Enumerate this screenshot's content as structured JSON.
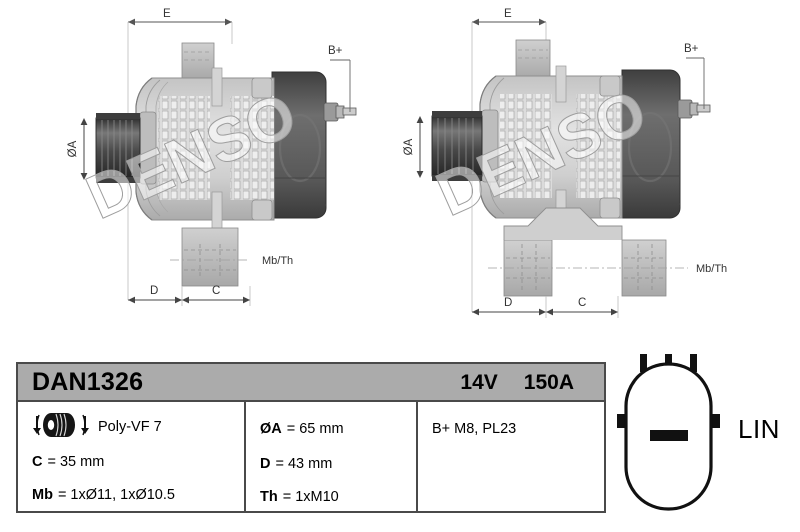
{
  "drawings": [
    {
      "name": "alternator-front-view",
      "labels": {
        "width_dim": "E",
        "diameter_dim": "ØA",
        "terminal": "B+",
        "mount_thread": "Mb/Th",
        "dim_d": "D",
        "dim_c": "C"
      },
      "watermark": "DENSO"
    },
    {
      "name": "alternator-side-view",
      "labels": {
        "width_dim": "E",
        "diameter_dim": "ØA",
        "terminal": "B+",
        "mount_thread": "Mb/Th",
        "dim_d": "D",
        "dim_c": "C"
      },
      "watermark": "DENSO"
    }
  ],
  "spec_table": {
    "header": {
      "part_number": "DAN1326",
      "voltage": "14V",
      "current": "150A"
    },
    "pulley": {
      "icon": "pulley-icon",
      "label": "Poly-VF 7"
    },
    "rows": [
      {
        "label": "C",
        "value": "= 35 mm"
      },
      {
        "label": "Mb",
        "value": "= 1xØ11, 1xØ10.5"
      },
      {
        "label": "ØA",
        "value": "= 65 mm"
      },
      {
        "label": "D",
        "value": "= 43 mm"
      },
      {
        "label": "Th",
        "value": "= 1xM10"
      }
    ],
    "terminal_spec": "B+ M8, PL23"
  },
  "connector": {
    "icon": "lin-connector-icon",
    "label": "LIN"
  },
  "colors": {
    "header_bg": "#ababab",
    "border": "#4a4a4a",
    "body_light": "#d8d8d8",
    "body_mid": "#b4b4b4",
    "body_dark": "#5a5a5a",
    "pulley_dark": "#4f4f4f",
    "line": "#333333"
  }
}
